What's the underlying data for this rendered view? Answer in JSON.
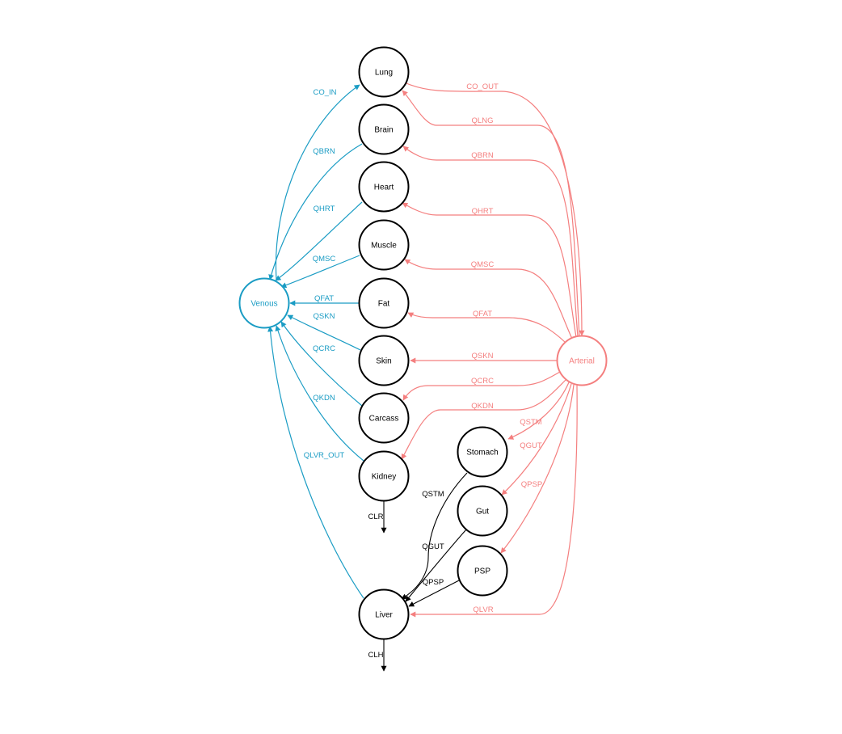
{
  "colors": {
    "venous": "#1a9cc4",
    "arterial": "#f47f7f",
    "neutral": "#000000",
    "background": "#ffffff"
  },
  "nodes": {
    "lung": "Lung",
    "brain": "Brain",
    "heart": "Heart",
    "muscle": "Muscle",
    "fat": "Fat",
    "skin": "Skin",
    "carcass": "Carcass",
    "kidney": "Kidney",
    "liver": "Liver",
    "stomach": "Stomach",
    "gut": "Gut",
    "psp": "PSP",
    "venous": "Venous",
    "arterial": "Arterial"
  },
  "edges": {
    "venous_lung": "CO_IN",
    "brain_venous": "QBRN",
    "heart_venous": "QHRT",
    "muscle_venous": "QMSC",
    "fat_venous": "QFAT",
    "skin_venous": "QSKN",
    "carcass_venous": "QCRC",
    "kidney_venous": "QKDN",
    "liver_venous": "QLVR_OUT",
    "lung_arterial": "CO_OUT",
    "arterial_lung": "QLNG",
    "arterial_brain": "QBRN",
    "arterial_heart": "QHRT",
    "arterial_muscle": "QMSC",
    "arterial_fat": "QFAT",
    "arterial_skin": "QSKN",
    "arterial_carcass": "QCRC",
    "arterial_kidney": "QKDN",
    "arterial_stomach": "QSTM",
    "arterial_gut": "QGUT",
    "arterial_psp": "QPSP",
    "arterial_liver": "QLVR",
    "stomach_liver": "QSTM",
    "gut_liver": "QGUT",
    "psp_liver": "QPSP",
    "kidney_clearance": "CLR",
    "liver_clearance": "CLH"
  }
}
